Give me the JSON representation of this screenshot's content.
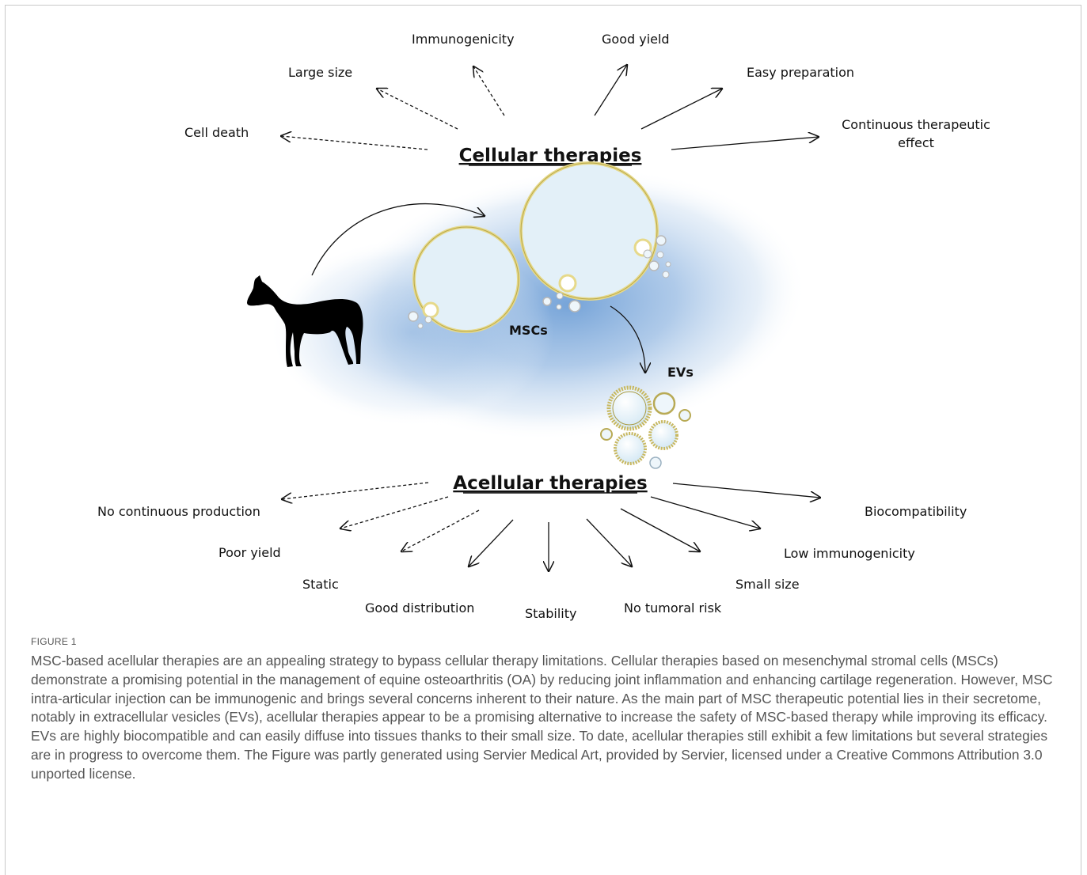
{
  "diagram": {
    "cellular_title": "Cellular therapies",
    "acellular_title": "Acellular therapies",
    "msc_label": "MSCs",
    "ev_label": "EVs",
    "cellular_drawbacks": {
      "cell_death": "Cell death",
      "large_size": "Large size",
      "immunogenicity": "Immunogenicity"
    },
    "cellular_advantages": {
      "good_yield": "Good yield",
      "easy_preparation": "Easy preparation",
      "continuous_line1": "Continuous therapeutic",
      "continuous_line2": "effect"
    },
    "acellular_drawbacks": {
      "no_continuous": "No continuous production",
      "poor_yield": "Poor yield",
      "static": "Static"
    },
    "acellular_advantages": {
      "good_distribution": "Good distribution",
      "stability": "Stability",
      "no_tumoral": "No tumoral risk",
      "small_size": "Small size",
      "low_immunogenicity": "Low immunogenicity",
      "biocompatibility": "Biocompatibility"
    },
    "icons": [
      "horse-icon",
      "msc-cell-icon",
      "extracellular-vesicle-icon"
    ],
    "colors": {
      "background_glow": "#8fb4de",
      "cell_membrane": "#e6d98a",
      "cell_fill": "#e3f0f8"
    }
  },
  "caption": {
    "label": "FIGURE 1",
    "text": "MSC-based acellular therapies are an appealing strategy to bypass cellular therapy limitations. Cellular therapies based on mesenchymal stromal cells (MSCs) demonstrate a promising potential in the management of equine osteoarthritis (OA) by reducing joint inflammation and enhancing cartilage regeneration. However, MSC intra-articular injection can be immunogenic and brings several concerns inherent to their nature. As the main part of MSC therapeutic potential lies in their secretome, notably in extracellular vesicles (EVs), acellular therapies appear to be a promising alternative to increase the safety of MSC-based therapy while improving its efficacy. EVs are highly biocompatible and can easily diffuse into tissues thanks to their small size. To date, acellular therapies still exhibit a few limitations but several strategies are in progress to overcome them. The Figure was partly generated using Servier Medical Art, provided by Servier, licensed under a Creative Commons Attribution 3.0 unported license."
  }
}
